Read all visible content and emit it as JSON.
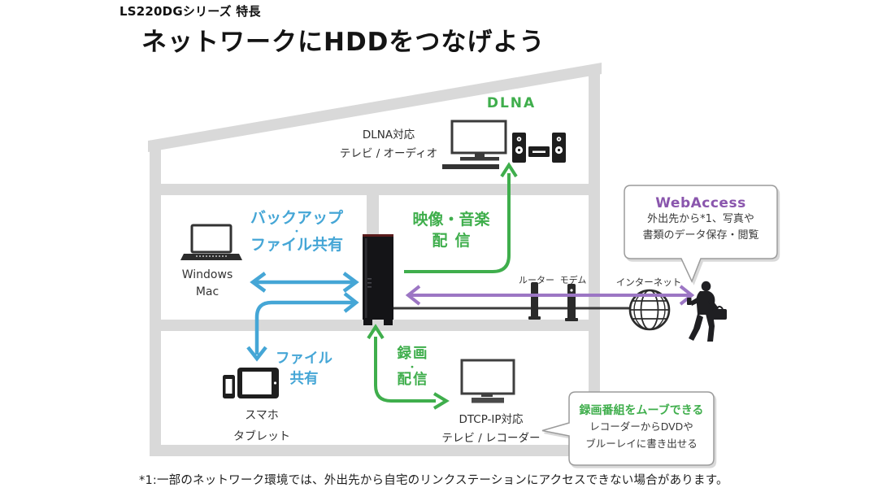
{
  "page": {
    "kicker": "LS220DGシリーズ 特長",
    "title": "ネットワークにHDDをつなげよう",
    "footnote": "*1:一部のネットワーク環境では、外出先から自宅のリンクステーションにアクセスできない場合があります。"
  },
  "colors": {
    "blue": "#45a6d6",
    "green": "#3fae4c",
    "purple": "#9c76c4",
    "purple_text": "#8a56ad",
    "house_gray": "#d9d9d9",
    "ink": "#1f1f1f"
  },
  "dlna": {
    "label": "DLNA",
    "caption_line1": "DLNA対応",
    "caption_line2": "テレビ / オーディオ"
  },
  "backup": {
    "line1": "バックアップ",
    "separator": "・",
    "line2": "ファイル共有"
  },
  "computer": {
    "line1": "Windows",
    "line2": "Mac"
  },
  "media_delivery": {
    "line1": "映像・音楽",
    "line2": "配信"
  },
  "file_share": {
    "line1": "ファイル",
    "line2": "共有"
  },
  "mobile": {
    "line1": "スマホ",
    "line2": "タブレット"
  },
  "recording": {
    "line1": "録画",
    "separator": "・",
    "line2": "配信"
  },
  "dtcp": {
    "caption_line1": "DTCP-IP対応",
    "caption_line2": "テレビ / レコーダー"
  },
  "network": {
    "router": "ルーター",
    "modem": "モデム",
    "internet": "インターネット"
  },
  "webaccess": {
    "title": "WebAccess",
    "line1": "外出先から*1、写真や",
    "line2": "書類のデータ保存・閲覧"
  },
  "move_feature": {
    "title": "録画番組をムーブできる",
    "line1": "レコーダーからDVDや",
    "line2": "ブルーレイに書き出せる"
  },
  "icons": {
    "dlna_tv": "tv-icon",
    "audio_system": "speaker-system-icon",
    "computer": "laptop-icon",
    "nas": "nas-tower-icon",
    "smartphone": "smartphone-icon",
    "tablet": "tablet-icon",
    "dtcp_tv": "tv-icon",
    "router": "router-icon",
    "modem": "modem-icon",
    "internet": "globe-icon",
    "user": "walking-person-icon"
  }
}
